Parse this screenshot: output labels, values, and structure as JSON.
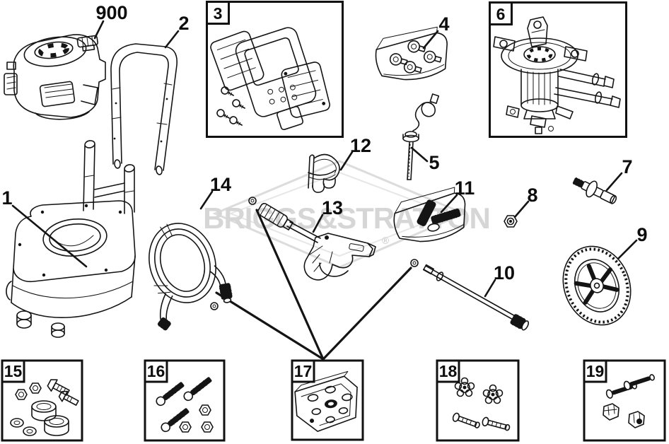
{
  "colors": {
    "ink": "#141414",
    "background": "#ffffff",
    "watermark": "#d6d6d6"
  },
  "watermark": {
    "brand": "BRIGGS&STRATTON",
    "registered": "®"
  },
  "labels": {
    "p1": "1",
    "p2": "2",
    "p3": "3",
    "p4": "4",
    "p5": "5",
    "p6": "6",
    "p7": "7",
    "p8": "8",
    "p9": "9",
    "p10": "10",
    "p11": "11",
    "p12": "12",
    "p13": "13",
    "p14": "14",
    "p15": "15",
    "p16": "16",
    "p17": "17",
    "p18": "18",
    "p19": "19",
    "p900": "900"
  },
  "parts": [
    {
      "id": "900",
      "illustration": "engine"
    },
    {
      "id": "2",
      "illustration": "handle"
    },
    {
      "id": "1",
      "illustration": "frame-base"
    },
    {
      "id": "3",
      "illustration": "console-panel-kit",
      "boxed": true
    },
    {
      "id": "4",
      "illustration": "fitting-bag"
    },
    {
      "id": "5",
      "illustration": "oil-dipstick"
    },
    {
      "id": "6",
      "illustration": "pump-assembly",
      "boxed": true
    },
    {
      "id": "7",
      "illustration": "axle-bolt"
    },
    {
      "id": "8",
      "illustration": "hex-nut"
    },
    {
      "id": "9",
      "illustration": "wheel"
    },
    {
      "id": "10",
      "illustration": "spray-wand"
    },
    {
      "id": "11",
      "illustration": "nozzle-bag"
    },
    {
      "id": "12",
      "illustration": "gun-holder-clip"
    },
    {
      "id": "13",
      "illustration": "spray-gun"
    },
    {
      "id": "14",
      "illustration": "high-pressure-hose"
    },
    {
      "id": "15",
      "illustration": "foot-hardware-kit",
      "boxed": true
    },
    {
      "id": "16",
      "illustration": "bolt-nut-kit",
      "boxed": true
    },
    {
      "id": "17",
      "illustration": "o-ring-kit-bag",
      "boxed": true
    },
    {
      "id": "18",
      "illustration": "knob-bolt-kit",
      "boxed": true
    },
    {
      "id": "19",
      "illustration": "bolt-knob-kit",
      "boxed": true
    }
  ]
}
